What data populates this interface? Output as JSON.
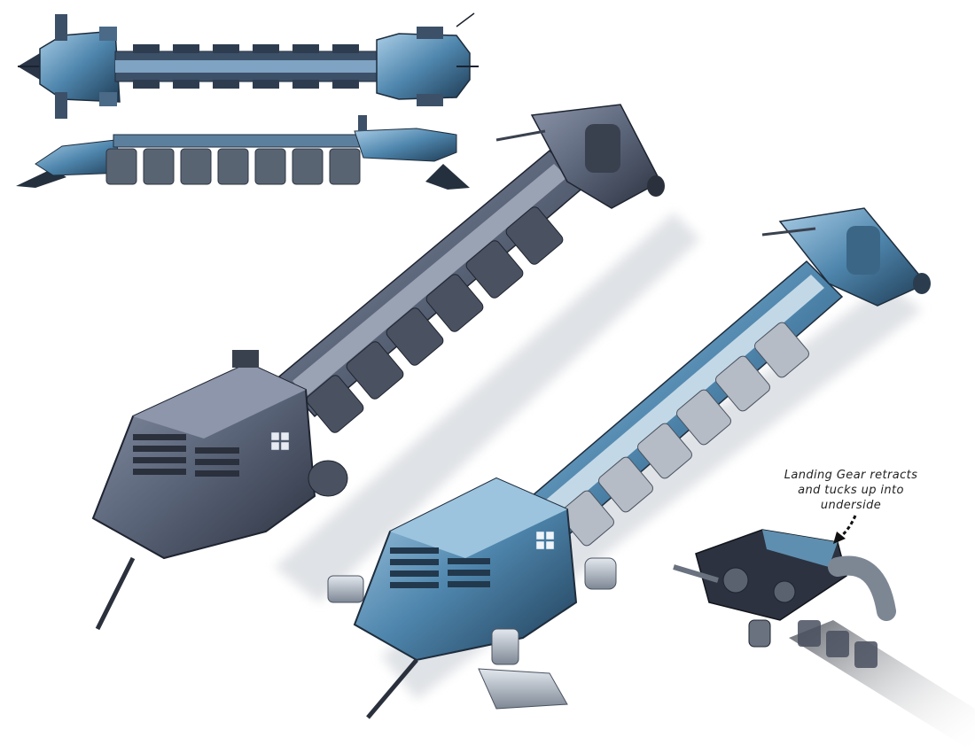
{
  "annotation": {
    "lines": [
      "Landing Gear retracts",
      "and tucks up into",
      "underside"
    ]
  },
  "colors": {
    "hull_dark": "#5a6478",
    "hull_blue": "#4f86ad",
    "hull_shadow": "#1e2430",
    "metal_light": "#c9d0d8"
  },
  "icons": {
    "arrow": "dashed-curved-arrow"
  }
}
